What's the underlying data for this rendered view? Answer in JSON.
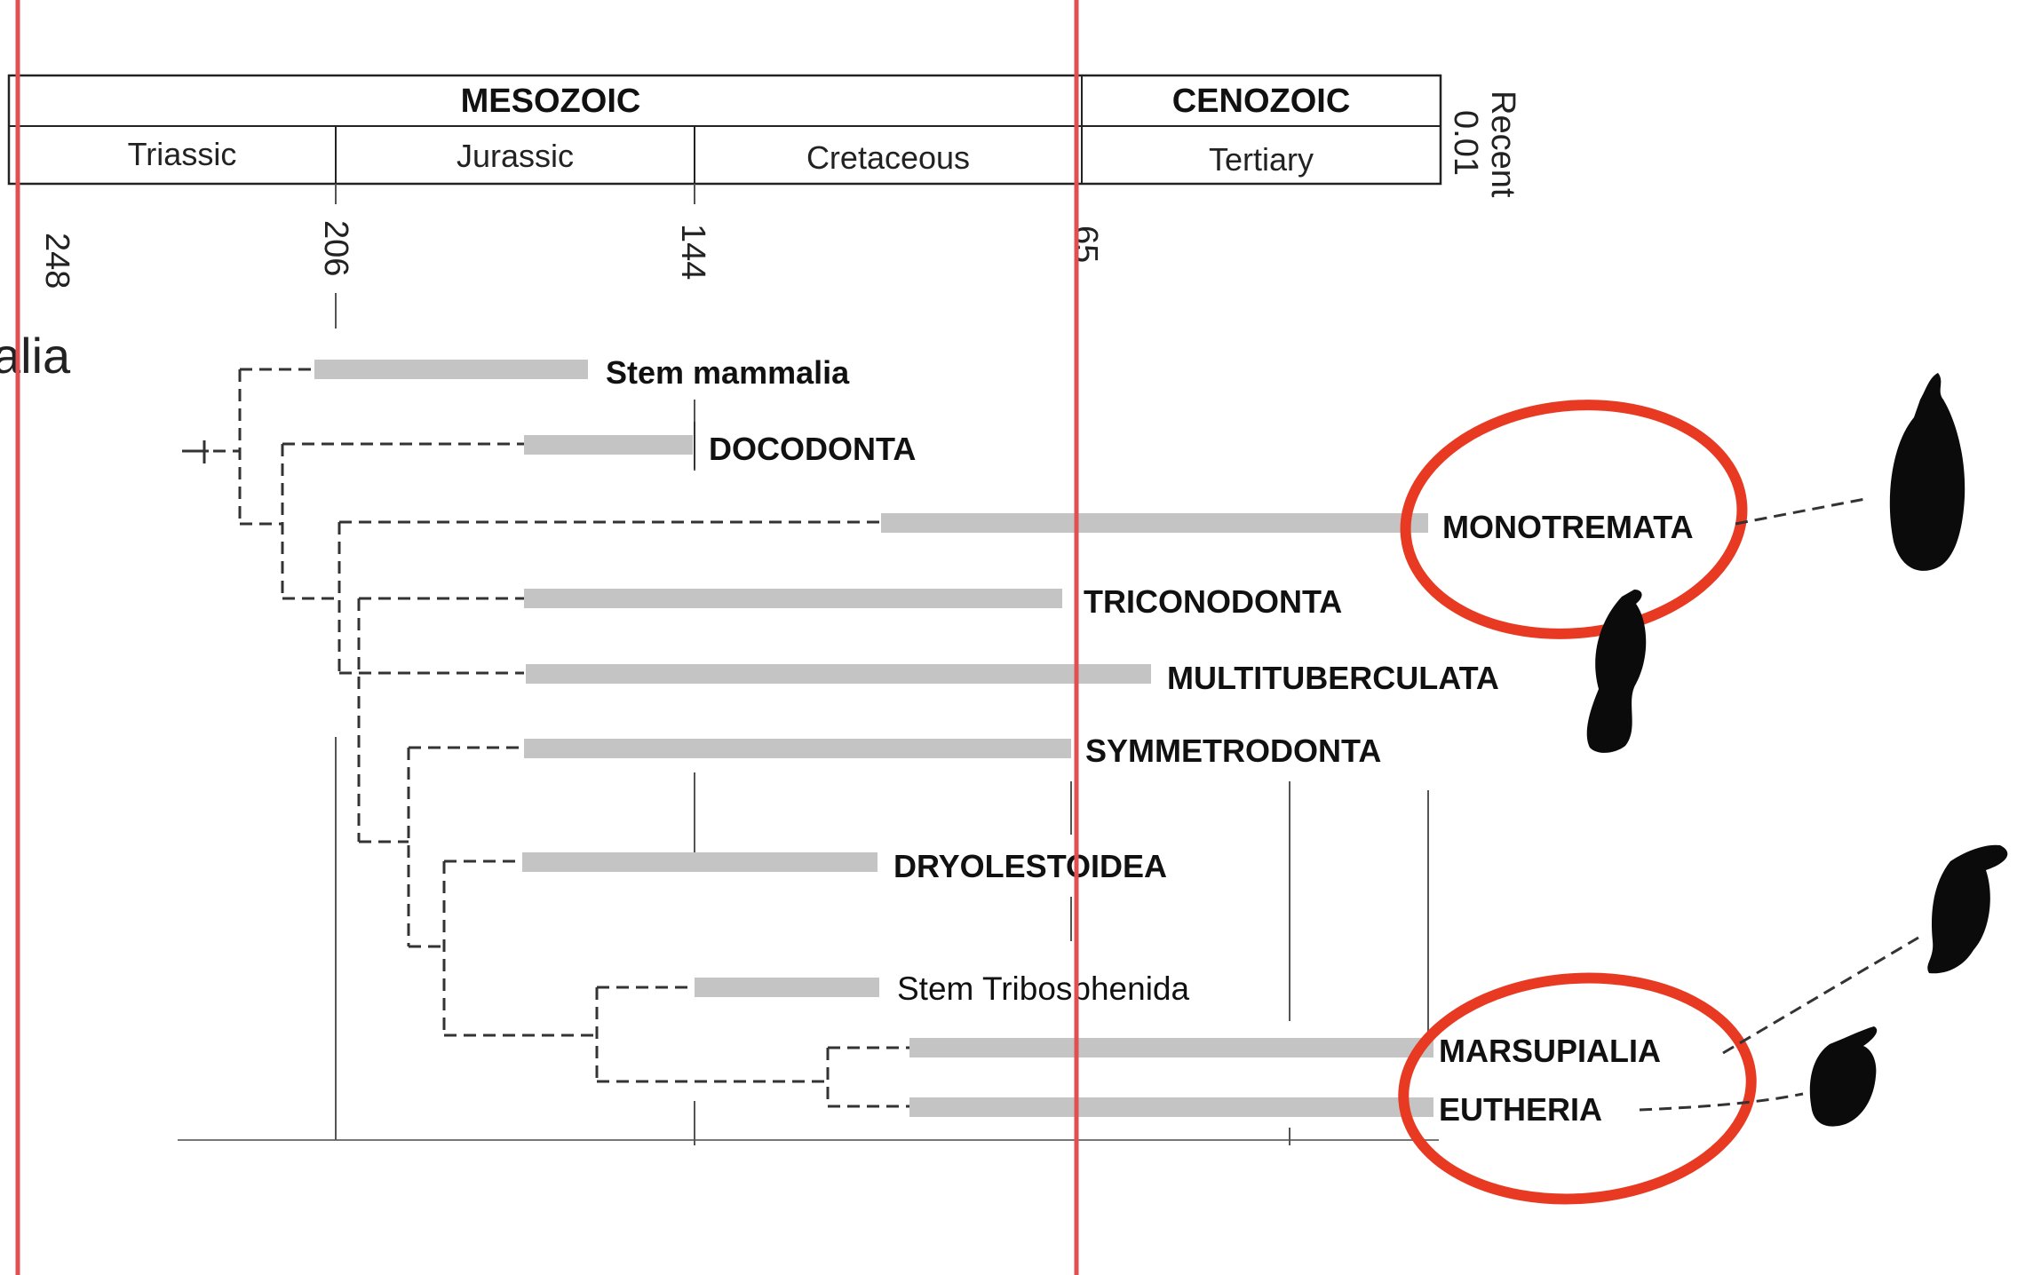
{
  "fragment_label": "alia",
  "timescale": {
    "eras": [
      "MESOZOIC",
      "CENOZOIC"
    ],
    "periods": [
      "Triassic",
      "Jurassic",
      "Cretaceous",
      "Tertiary"
    ],
    "recent_label": "Recent",
    "recent_value": "0.01",
    "ticks": [
      "248",
      "206",
      "144",
      "65"
    ]
  },
  "taxa": {
    "stem_mammalia": "Stem mammalia",
    "docodonta": "DOCODONTA",
    "monotremata": "MONOTREMATA",
    "triconodonta": "TRICONODONTA",
    "multituberculata": "MULTITUBERCULATA",
    "symmetrodonta": "SYMMETRODONTA",
    "dryolestoidea": "DRYOLESTOIDEA",
    "stem_tribosphenida": "Stem Tribosphenida",
    "marsupialia": "MARSUPIALIA",
    "eutheria": "EUTHERIA"
  },
  "colors": {
    "highlight_circle": "#e83a22",
    "marker_line": "#e05050",
    "range_bar": "#c4c4c4"
  },
  "icons": [
    "platypus-silhouette-icon",
    "multituberculate-silhouette-icon",
    "opossum-silhouette-icon",
    "cat-silhouette-icon"
  ]
}
